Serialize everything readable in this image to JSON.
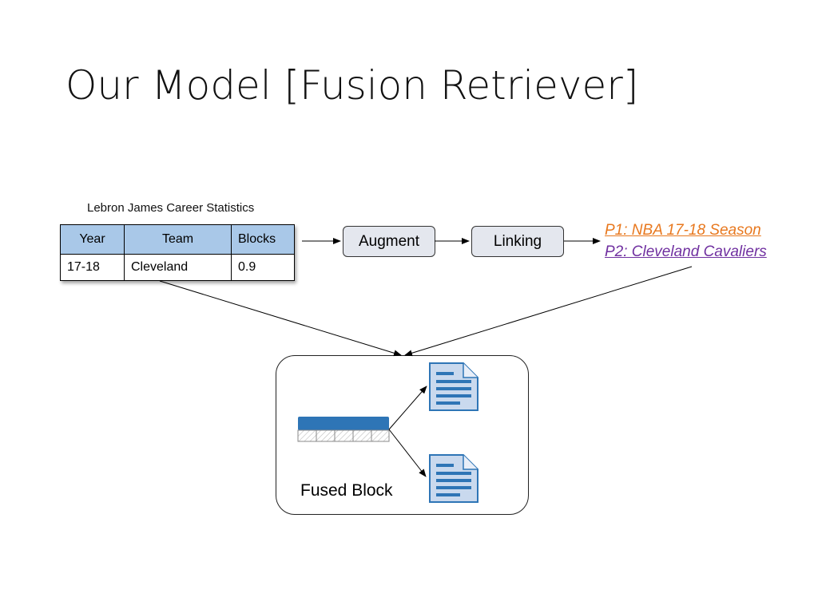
{
  "slide": {
    "title": "Our Model [Fusion Retriever]"
  },
  "table": {
    "caption": "Lebron James Career Statistics",
    "headers": [
      "Year",
      "Team",
      "Blocks"
    ],
    "row": [
      "17-18",
      "Cleveland",
      "0.9"
    ]
  },
  "flow": {
    "augment_label": "Augment",
    "linking_label": "Linking"
  },
  "passages": {
    "p1": "P1: NBA 17-18 Season",
    "p2": "P2: Cleveland Cavaliers",
    "p1_color": "#e8781e",
    "p2_color": "#7030a0"
  },
  "fused_block": {
    "label": "Fused Block"
  },
  "colors": {
    "table_header": "#a9c8e8",
    "box_fill": "#e4e7ee",
    "block_blue": "#2e75b6"
  },
  "icons": [
    "document-icon",
    "table-block-icon"
  ]
}
